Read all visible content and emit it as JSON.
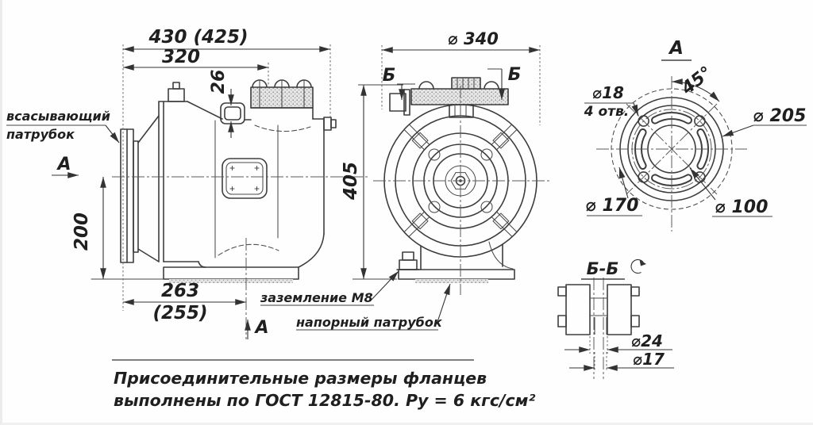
{
  "colors": {
    "line": "#3d3d3d",
    "text": "#1f1f1f",
    "background": "#fefefe"
  },
  "views": {
    "side": {
      "dim_overall": "430 (425)",
      "dim_width": "320",
      "dim_boss": "26",
      "dim_height_axis": "200",
      "dim_discharge_x": "263",
      "dim_discharge_x_alt": "(255)",
      "label_suction_line1": "всасывающий",
      "label_suction_line2": "патрубок",
      "marker_a": "А"
    },
    "front": {
      "dim_diameter": "⌀ 340",
      "dim_height": "405",
      "marker_b": "Б",
      "label_grounding": "заземление М8",
      "label_discharge": "напорный патрубок"
    },
    "flange_view_a": {
      "title": "А",
      "dim_angle": "45°",
      "dim_hole_diameter": "⌀18",
      "dim_hole_count": "4 отв.",
      "dim_outer": "⌀ 205",
      "dim_bolt_circle": "⌀ 170",
      "dim_bore": "⌀ 100"
    },
    "section_bb": {
      "title": "Б-Б",
      "dim_outer": "⌀24",
      "dim_bore": "⌀17"
    }
  },
  "note": {
    "line1": "Присоединительные размеры фланцев",
    "line2": "выполнены по ГОСТ 12815-80.  Ру = 6 кгс/см²"
  }
}
